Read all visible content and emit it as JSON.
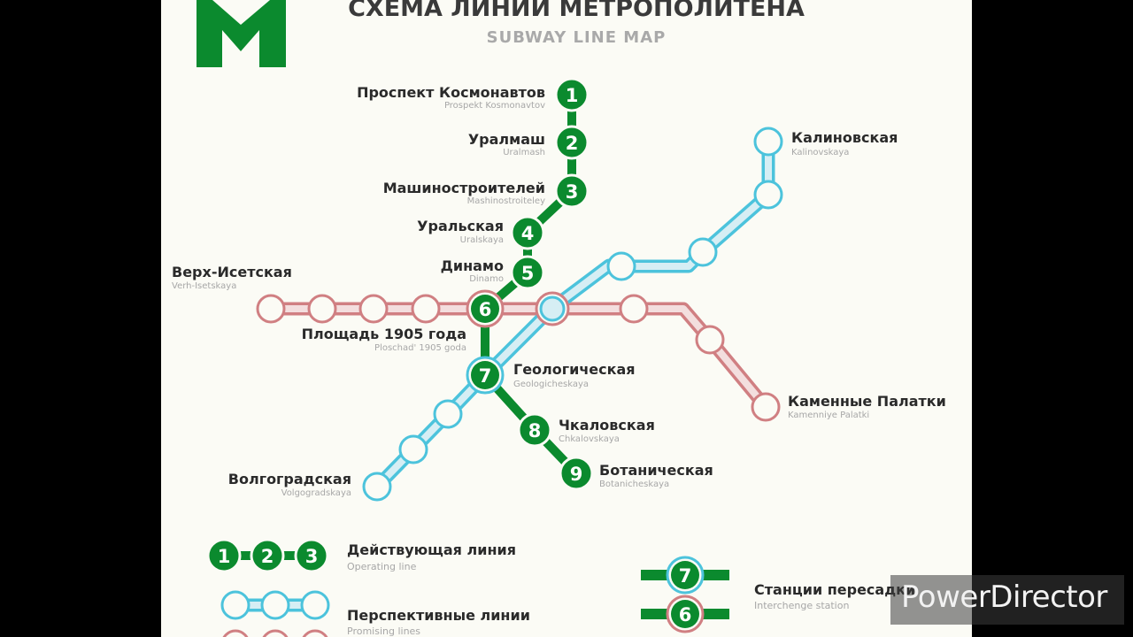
{
  "header": {
    "title": "СХЕМА ЛИНИЙ МЕТРОПОЛИТЕНА",
    "subtitle": "SUBWAY LINE MAP"
  },
  "colors": {
    "paper": "#fbfbf5",
    "operating_line": "#0b8a2e",
    "operating_line_dark": "#06661f",
    "promising_blue": "#4cc3dc",
    "promising_blue_fill": "#d6eef4",
    "promising_red": "#d07f82",
    "promising_red_fill": "#f3dede",
    "logo": "#0b8a2e",
    "label_main": "#2a2a2a",
    "label_sub": "#a7a7a7"
  },
  "stations": [
    {
      "id": "s1",
      "number": "1",
      "name": "Проспект Космонавтов",
      "name_latin": "Prospekt Kosmonavtov"
    },
    {
      "id": "s2",
      "number": "2",
      "name": "Уралмаш",
      "name_latin": "Uralmash"
    },
    {
      "id": "s3",
      "number": "3",
      "name": "Машиностроителей",
      "name_latin": "Mashinostroiteley"
    },
    {
      "id": "s4",
      "number": "4",
      "name": "Уральская",
      "name_latin": "Uralskaya"
    },
    {
      "id": "s5",
      "number": "5",
      "name": "Динамо",
      "name_latin": "Dinamo"
    },
    {
      "id": "s6",
      "number": "6",
      "name": "Площадь 1905 года",
      "name_latin": "Ploschad' 1905 goda"
    },
    {
      "id": "s7",
      "number": "7",
      "name": "Геологическая",
      "name_latin": "Geologicheskaya"
    },
    {
      "id": "s8",
      "number": "8",
      "name": "Чкаловская",
      "name_latin": "Chkalovskaya"
    },
    {
      "id": "s9",
      "number": "9",
      "name": "Ботаническая",
      "name_latin": "Botanicheskaya"
    },
    {
      "id": "kalinovskaya",
      "name": "Калиновская",
      "name_latin": "Kalinovskaya"
    },
    {
      "id": "verkh_isetskaya",
      "name": "Верх-Исетская",
      "name_latin": "Verh-Isetskaya"
    },
    {
      "id": "kamennye_palatki",
      "name": "Каменные Палатки",
      "name_latin": "Kamenniye Palatki"
    },
    {
      "id": "volgogradskaya",
      "name": "Волгоградская",
      "name_latin": "Volgogradskaya"
    }
  ],
  "legend": {
    "operating": {
      "label": "Действующая линия",
      "label_latin": "Operating line",
      "numbers": [
        "1",
        "2",
        "3"
      ]
    },
    "promising": {
      "label": "Перспективные линии",
      "label_latin": "Promising lines"
    },
    "interchange": {
      "label": "Станции пересадки",
      "label_latin": "Interchenge station",
      "numbers": [
        "7",
        "6"
      ]
    }
  },
  "watermark": "PowerDirector"
}
